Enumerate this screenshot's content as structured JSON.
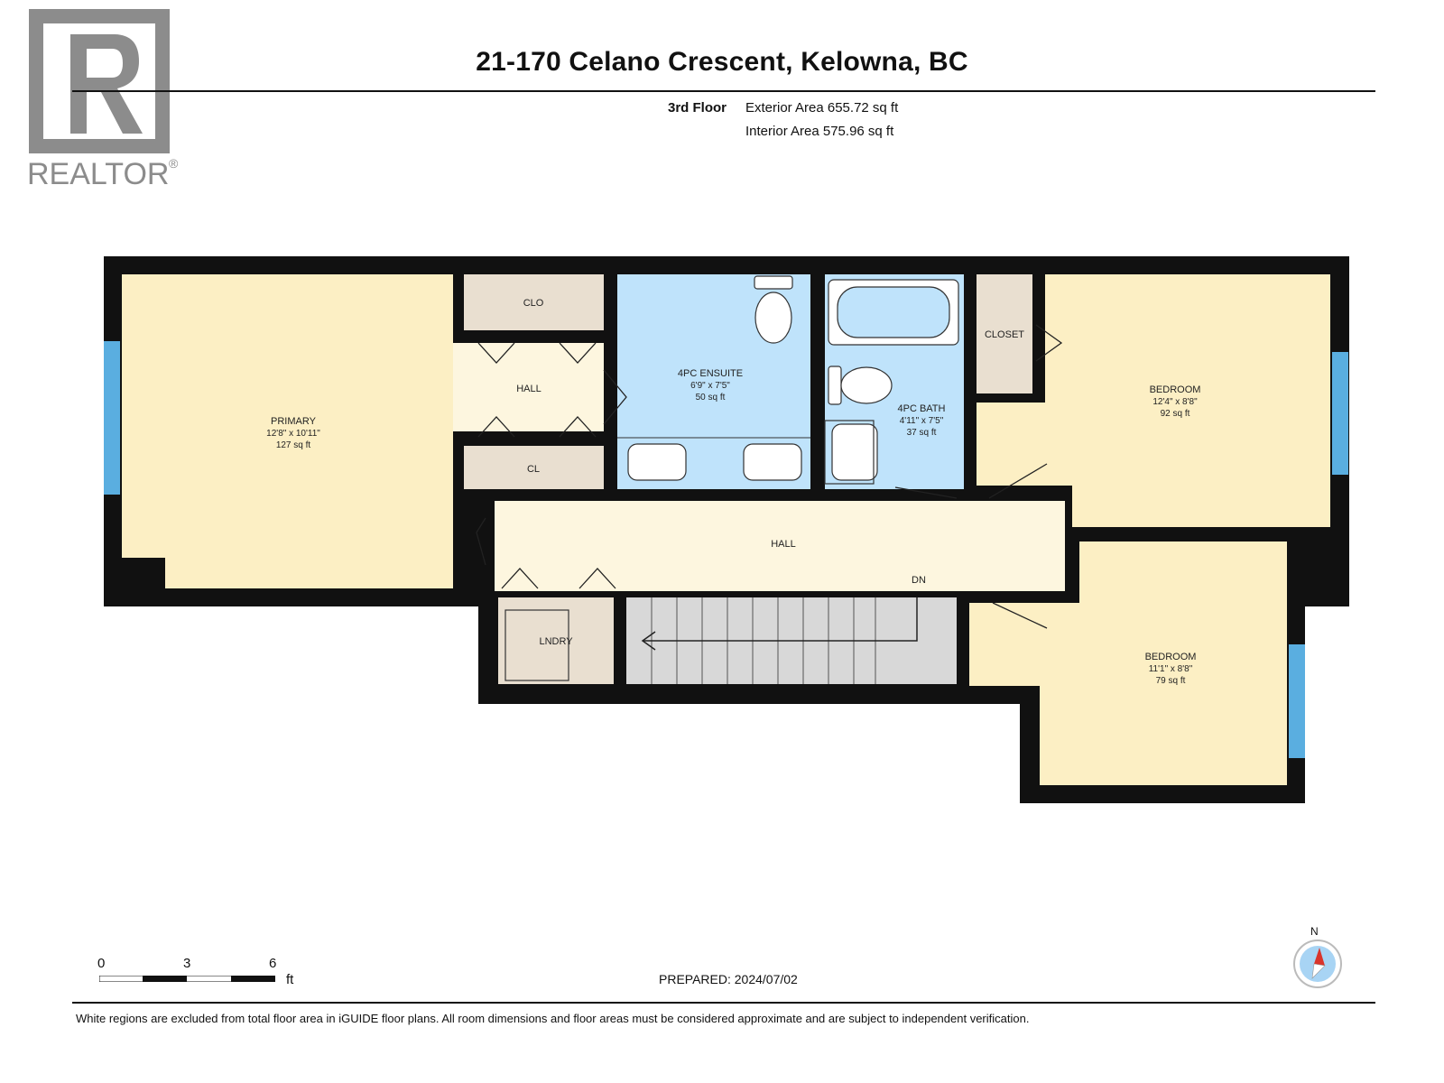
{
  "logo": {
    "text": "REALTOR",
    "mark": "®"
  },
  "title": "21-170 Celano Crescent, Kelowna, BC",
  "floor": {
    "label": "3rd Floor",
    "exterior_area": "Exterior Area 655.72 sq ft",
    "interior_area": "Interior Area 575.96 sq ft"
  },
  "rooms": {
    "primary": {
      "name": "PRIMARY",
      "dims": "12'8\" x 10'11\"",
      "area": "127 sq ft"
    },
    "clo": {
      "name": "CLO"
    },
    "hall_small": {
      "name": "HALL"
    },
    "cl": {
      "name": "CL"
    },
    "ensuite": {
      "name": "4PC ENSUITE",
      "dims": "6'9\" x 7'5\"",
      "area": "50 sq ft"
    },
    "bath": {
      "name": "4PC BATH",
      "dims": "4'11\" x 7'5\"",
      "area": "37 sq ft"
    },
    "closet": {
      "name": "CLOSET"
    },
    "bedroom1": {
      "name": "BEDROOM",
      "dims": "12'4\" x 8'8\"",
      "area": "92 sq ft"
    },
    "hall_main": {
      "name": "HALL"
    },
    "dn": {
      "name": "DN"
    },
    "laundry": {
      "name": "LNDRY"
    },
    "bedroom2": {
      "name": "BEDROOM",
      "dims": "11'1\" x 8'8\"",
      "area": "79 sq ft"
    }
  },
  "scale": {
    "labels": [
      "0",
      "3",
      "6"
    ],
    "unit": "ft"
  },
  "prepared": "PREPARED: 2024/07/02",
  "compass": {
    "north": "N"
  },
  "footer": "White regions are excluded from total floor area in iGUIDE floor plans. All room dimensions and floor areas must be considered approximate and are subject to independent verification.",
  "colors": {
    "bedroom": "#fcefc4",
    "hall": "#fdf6df",
    "bath": "#bfe3fb",
    "closet": "#e9dfd0",
    "wall": "#111111",
    "window": "#5aaee0",
    "stairs": "#d8d8d8",
    "logo": "#8c8c8c"
  }
}
